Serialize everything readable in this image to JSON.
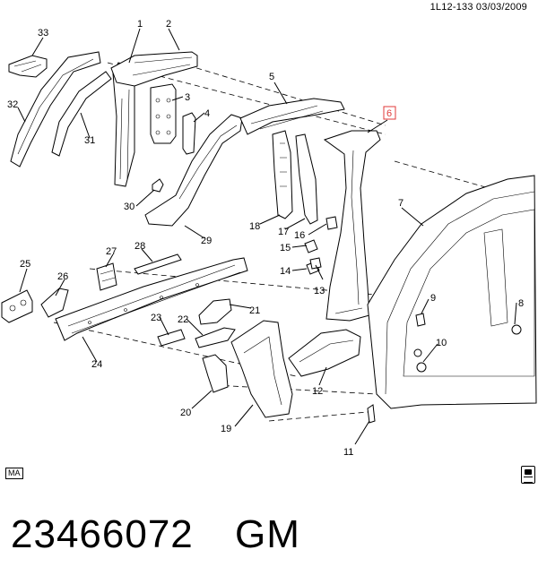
{
  "header": {
    "ref": "1L12-133  03/03/2009"
  },
  "footer": {
    "ma_label": "MA",
    "part_number": "23466072",
    "brand": "GM"
  },
  "callouts": {
    "c1": "1",
    "c2": "2",
    "c3": "3",
    "c4": "4",
    "c5": "5",
    "c6": "6",
    "c7": "7",
    "c8": "8",
    "c9": "9",
    "c10": "10",
    "c11": "11",
    "c12": "12",
    "c13": "13",
    "c14": "14",
    "c15": "15",
    "c16": "16",
    "c17": "17",
    "c18": "18",
    "c19": "19",
    "c20": "20",
    "c21": "21",
    "c22": "22",
    "c23": "23",
    "c24": "24",
    "c25": "25",
    "c26": "26",
    "c27": "27",
    "c28": "28",
    "c29": "29",
    "c30": "30",
    "c31": "31",
    "c32": "32",
    "c33": "33"
  },
  "highlight_color": "#e03a3a"
}
